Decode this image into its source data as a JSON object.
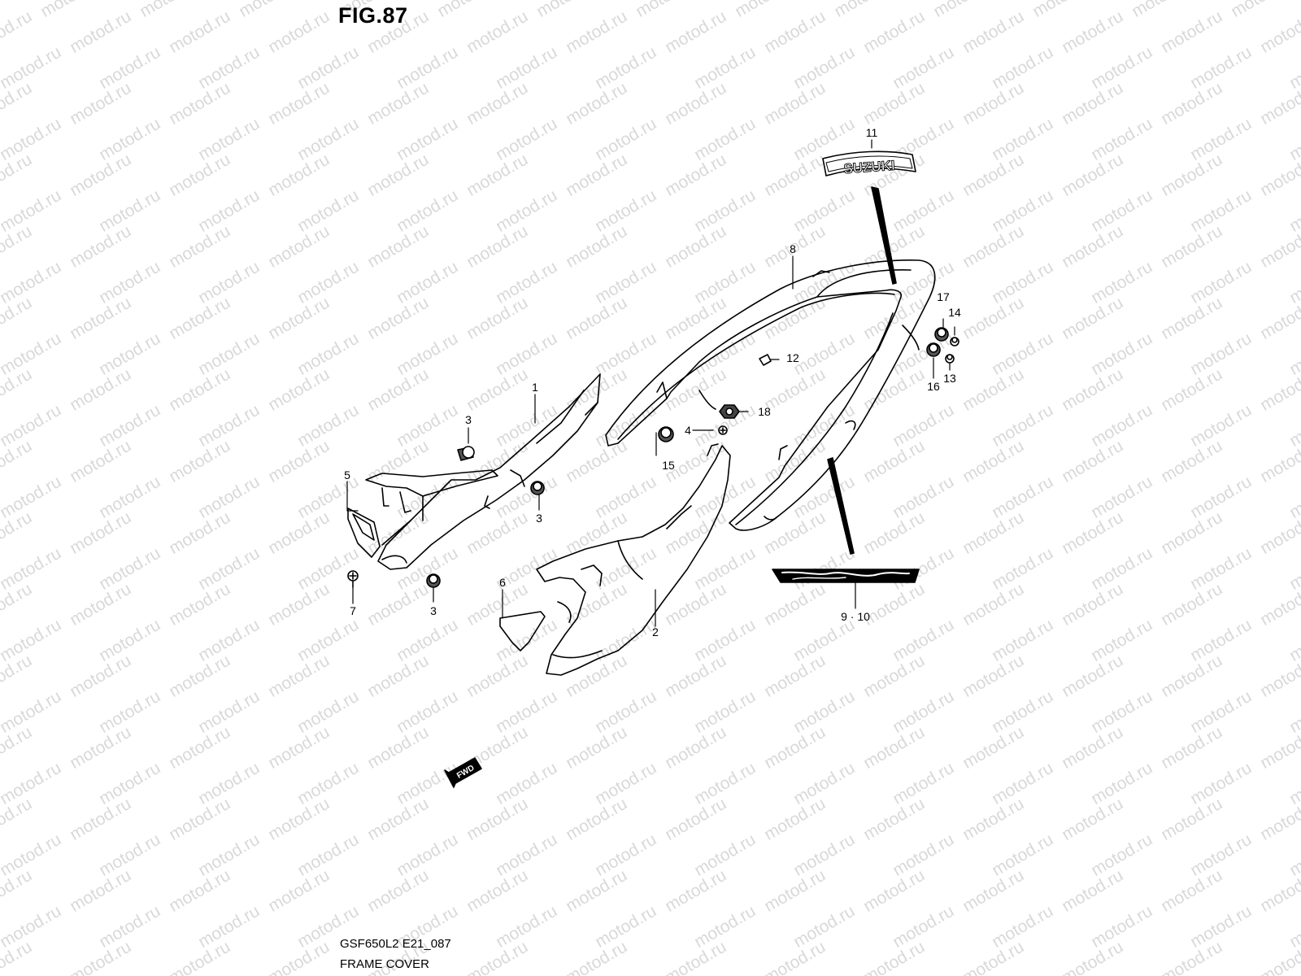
{
  "figure": {
    "title": "FIG.87",
    "code": "GSF650L2 E21_087",
    "name": "FRAME COVER"
  },
  "watermark": "motod.ru",
  "emblem_text": "SUZUKI",
  "fwd_text": "FWD",
  "callouts": {
    "c1": "1",
    "c2": "2",
    "c3a": "3",
    "c3b": "3",
    "c3c": "3",
    "c4": "4",
    "c5": "5",
    "c6": "6",
    "c7": "7",
    "c8": "8",
    "c9_10": "9 · 10",
    "c11": "11",
    "c12": "12",
    "c13": "13",
    "c14": "14",
    "c15": "15",
    "c16": "16",
    "c17": "17",
    "c18": "18"
  },
  "colors": {
    "line": "#000000",
    "watermark": "#d9d9d9",
    "background": "#ffffff"
  }
}
